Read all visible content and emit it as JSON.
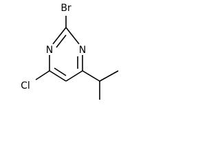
{
  "molecule": {
    "atoms": {
      "bromine": "Br",
      "nitrogen_left": "N",
      "nitrogen_right": "N",
      "chlorine": "Cl"
    }
  }
}
